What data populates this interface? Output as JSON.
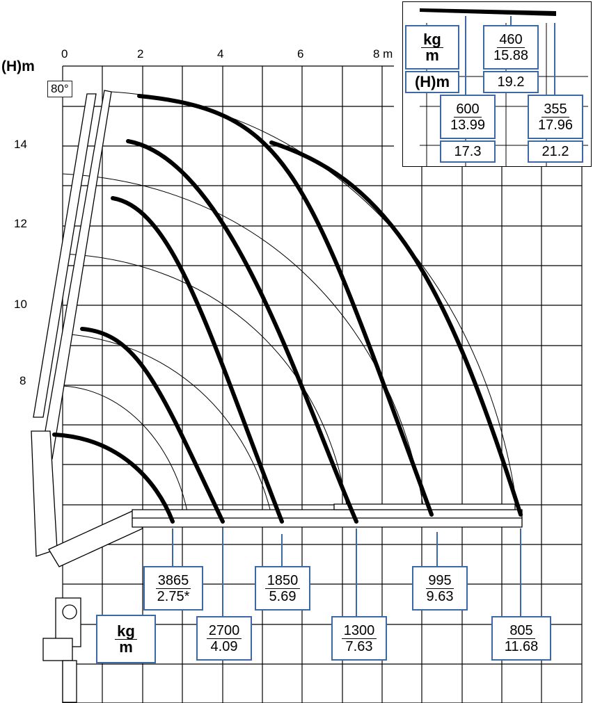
{
  "axis": {
    "y_label": "(H)m",
    "x_ticks": [
      "0",
      "2",
      "4",
      "6",
      "8 m"
    ],
    "y_ticks": [
      "14",
      "12",
      "10",
      "8"
    ],
    "angle_label": "80°"
  },
  "units": {
    "kg": "kg",
    "m": "m",
    "height": "(H)m"
  },
  "load_points": [
    {
      "kg": "3865",
      "m": "2.75*"
    },
    {
      "kg": "2700",
      "m": "4.09"
    },
    {
      "kg": "1850",
      "m": "5.69"
    },
    {
      "kg": "1300",
      "m": "7.63"
    },
    {
      "kg": "995",
      "m": "9.63"
    },
    {
      "kg": "805",
      "m": "11.68"
    }
  ],
  "jib_points": [
    {
      "kg": "460",
      "m": "15.88",
      "h": "19.2"
    },
    {
      "kg": "600",
      "m": "13.99",
      "h": "17.3"
    },
    {
      "kg": "355",
      "m": "17.96",
      "h": "21.2"
    }
  ],
  "colors": {
    "box_border": "#3d68a8",
    "curve": "#000000",
    "grid": "#000000"
  }
}
